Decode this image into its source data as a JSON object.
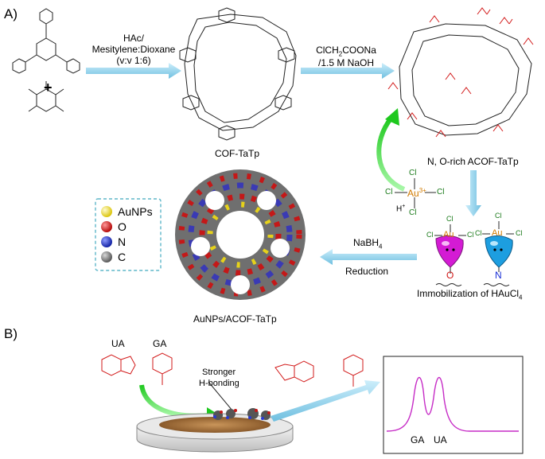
{
  "panel_a": {
    "label": "A)",
    "step1": {
      "line1": "HAc/",
      "line2": "Mesitylene:Dioxane",
      "line3": "(v:v 1:6)"
    },
    "step2": {
      "line1": "ClCH",
      "line1_sub": "2",
      "line1_rest": "COONa",
      "line2": "/1.5 M NaOH"
    },
    "product1": "COF-TaTp",
    "product2": "N, O-rich ACOF-TaTp",
    "plus": "+",
    "au_complex": {
      "au": "Au",
      "charge": "3+",
      "cl": "Cl",
      "h": "H",
      "h_charge": "+"
    },
    "immobilization": {
      "text": "Immobilization of HAuCl",
      "sub": "4",
      "atom_o": "O",
      "atom_n": "N"
    },
    "reduction": {
      "reagent": "NaBH",
      "reagent_sub": "4",
      "label": "Reduction"
    },
    "product3": "AuNPs/ACOF-TaTp",
    "legend": [
      {
        "label": "AuNPs",
        "color": "#f2e01a"
      },
      {
        "label": "O",
        "color": "#e01010"
      },
      {
        "label": "N",
        "color": "#1a2fd6"
      },
      {
        "label": "C",
        "color": "#707070"
      }
    ]
  },
  "panel_b": {
    "label": "B)",
    "ua": "UA",
    "ga": "GA",
    "bonding_line1": "Stronger",
    "bonding_line2": "H-bonding",
    "peak_labels": [
      "GA",
      "UA"
    ]
  },
  "colors": {
    "arrow_blue": "#8ecfe8",
    "arrow_green": "#3ee63e",
    "legend_border": "#5fb7c9",
    "trace": "#c62cc6"
  }
}
